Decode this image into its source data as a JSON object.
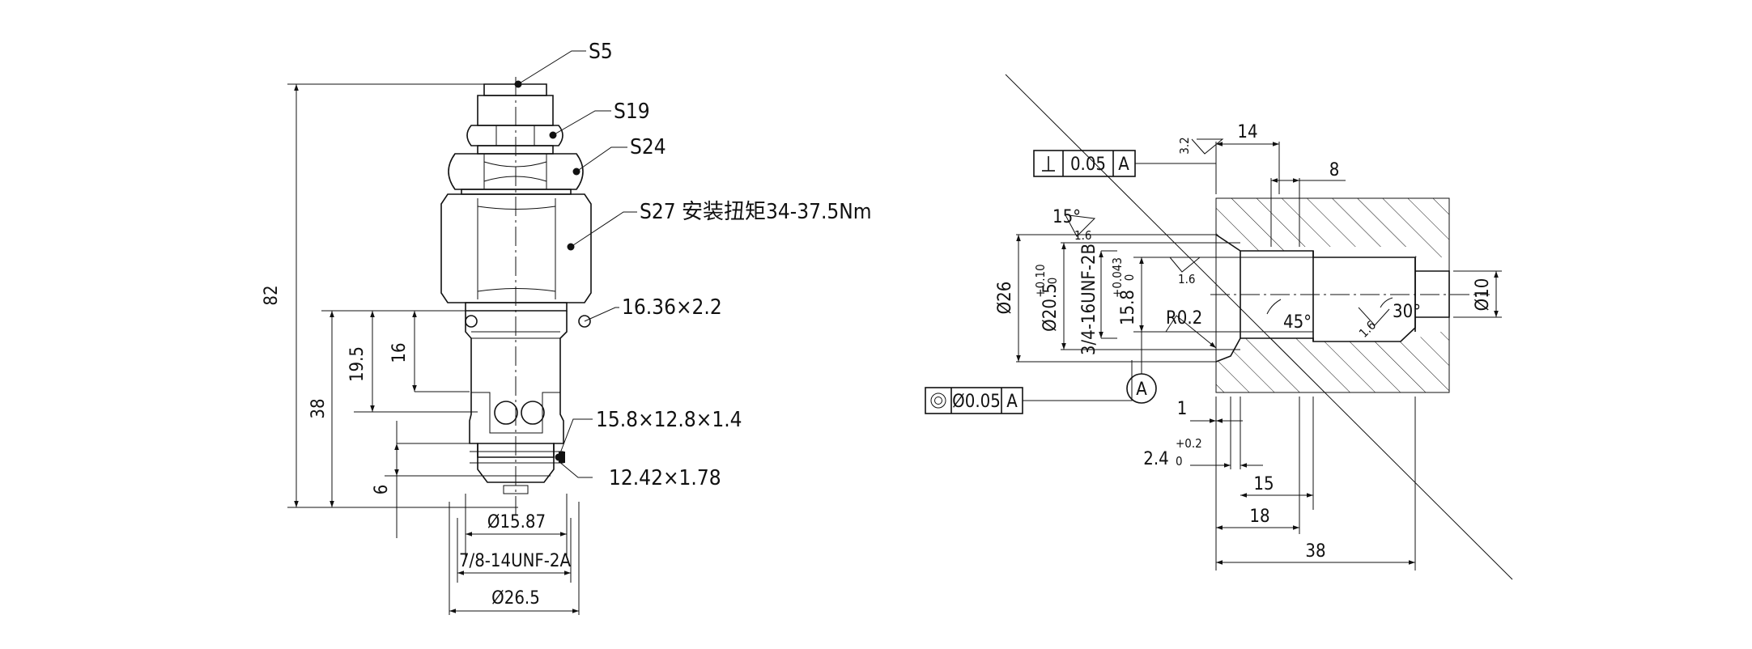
{
  "left_view": {
    "callouts": {
      "s5": "S5",
      "s19": "S19",
      "s24": "S24",
      "s27": "S27 安装扭矩34-37.5Nm",
      "oring1": "16.36×2.2",
      "oring2": "15.8×12.8×1.4",
      "oring3": "12.42×1.78"
    },
    "dimensions": {
      "d82": "82",
      "d38": "38",
      "d19_5": "19.5",
      "d16": "16",
      "d6": "6",
      "dia15_87": "Ø15.87",
      "thread": "7/8-14UNF-2A",
      "dia26_5": "Ø26.5"
    }
  },
  "right_view": {
    "tolerance_frames": {
      "perp_tol": "0.05",
      "perp_datum": "A",
      "conc_tol": "Ø0.05",
      "conc_datum": "A"
    },
    "datum_label": "A",
    "surface_finish": {
      "sf_top": "3.2",
      "sf_left": "1.6",
      "sf_bore": "1.6",
      "sf_right": "1.6"
    },
    "dimensions": {
      "d14": "14",
      "d8": "8",
      "angle15": "15°",
      "dia26": "Ø26",
      "dia20_5": "Ø20.5",
      "dia20_5_tol_up": "+0.10",
      "dia20_5_tol_lo": "0",
      "thread": "3/4-16UNF-2B",
      "d15_8": "15.8",
      "d15_8_tol_up": "+0.043",
      "d15_8_tol_lo": "0",
      "r0_2": "R0.2",
      "angle45": "45°",
      "angle_right": "30°",
      "dia10": "Ø10",
      "d1": "1",
      "d2_4": "2.4",
      "d2_4_tol_up": "+0.2",
      "d2_4_tol_lo": "0",
      "d15": "15",
      "d18": "18",
      "d38": "38"
    }
  }
}
